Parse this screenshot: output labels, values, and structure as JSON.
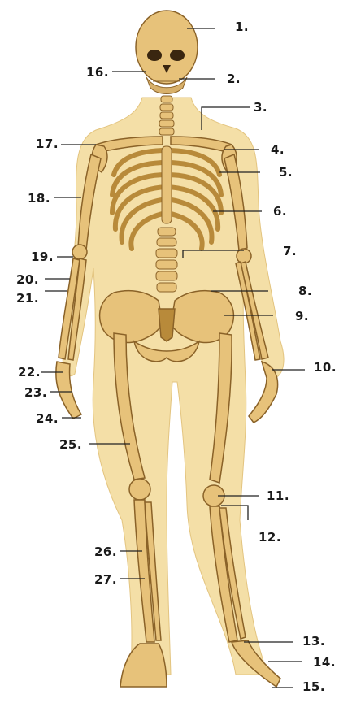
{
  "diagram": {
    "subject": "human-skeleton-front-view",
    "colors": {
      "bone": "#e7c27a",
      "bone_dark": "#b88a3a",
      "bone_shadow": "#8a6228",
      "flesh": "#f4dfa7",
      "line": "#222222",
      "background": "#ffffff"
    },
    "labels": [
      {
        "id": "1",
        "text": "1."
      },
      {
        "id": "2",
        "text": "2."
      },
      {
        "id": "3",
        "text": "3."
      },
      {
        "id": "4",
        "text": "4."
      },
      {
        "id": "5",
        "text": "5."
      },
      {
        "id": "6",
        "text": "6."
      },
      {
        "id": "7",
        "text": "7."
      },
      {
        "id": "8",
        "text": "8."
      },
      {
        "id": "9",
        "text": "9."
      },
      {
        "id": "10",
        "text": "10."
      },
      {
        "id": "11",
        "text": "11."
      },
      {
        "id": "12",
        "text": "12."
      },
      {
        "id": "13",
        "text": "13."
      },
      {
        "id": "14",
        "text": "14."
      },
      {
        "id": "15",
        "text": "15."
      },
      {
        "id": "16",
        "text": "16."
      },
      {
        "id": "17",
        "text": "17."
      },
      {
        "id": "18",
        "text": "18."
      },
      {
        "id": "19",
        "text": "19."
      },
      {
        "id": "20",
        "text": "20."
      },
      {
        "id": "21",
        "text": "21."
      },
      {
        "id": "22",
        "text": "22."
      },
      {
        "id": "23",
        "text": "23."
      },
      {
        "id": "24",
        "text": "24."
      },
      {
        "id": "25",
        "text": "25."
      },
      {
        "id": "26",
        "text": "26."
      },
      {
        "id": "27",
        "text": "27."
      }
    ]
  }
}
